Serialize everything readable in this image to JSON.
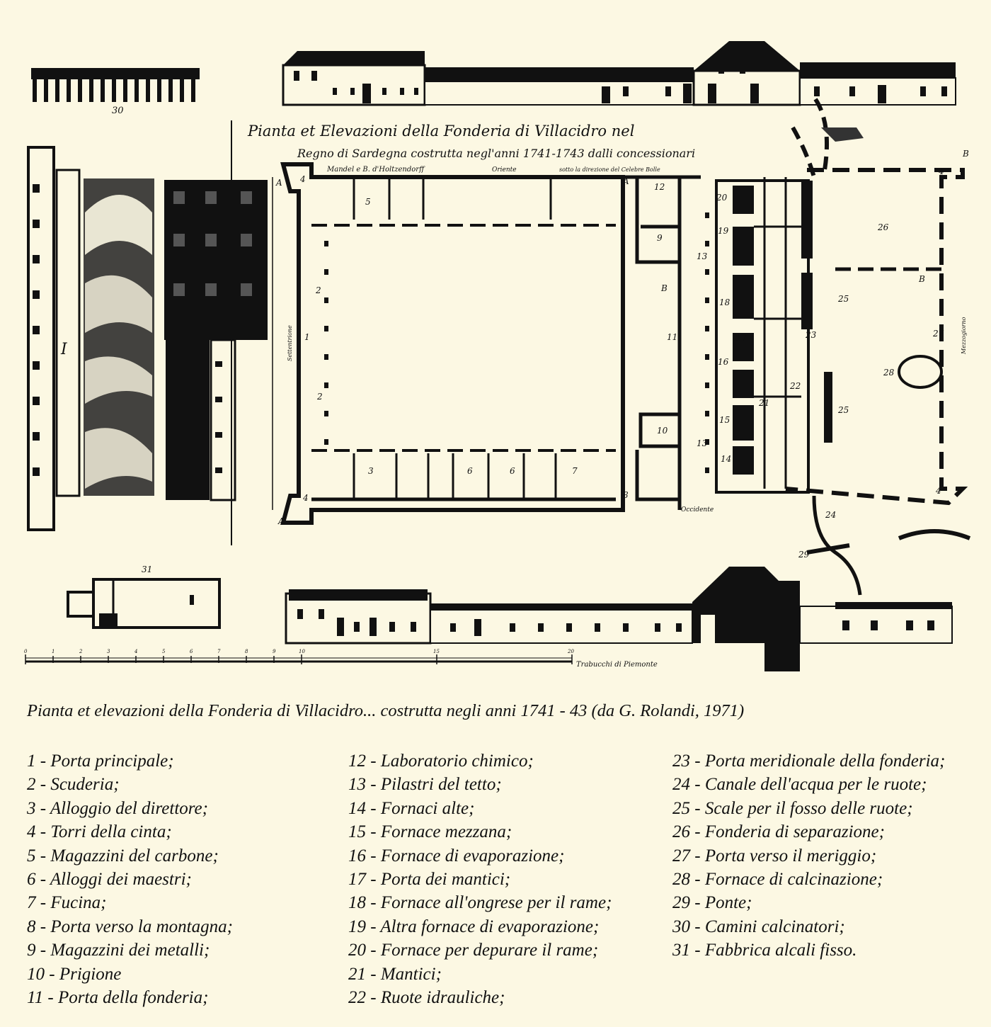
{
  "plate": {
    "title_line1": "Pianta et Elevazioni della Fonderia di Villacidro nel",
    "title_line2": "Regno di Sardegna costrutta negl'anni 1741-1743 dalli concessionari",
    "title_line3a": "Mandel e B. d'Holtzendorff",
    "title_line3b": "Oriente",
    "title_line3c": "sotto la direzione del Celebre Bolle",
    "orient_west": "Occidente",
    "orient_north": "Settentrione",
    "orient_south": "Mezzogiorno",
    "scale_label": "Trabucchi di Piemonte",
    "scale_ticks": [
      "0",
      "1",
      "2",
      "3",
      "4",
      "5",
      "6",
      "7",
      "8",
      "9",
      "10",
      "15",
      "20"
    ]
  },
  "caption": "Pianta et elevazioni della Fonderia di Villacidro... costrutta negli anni 1741 - 43 (da G. Rolandi, 1971)",
  "legend": {
    "col1": [
      "1 - Porta principale;",
      "2 - Scuderia;",
      "3 - Alloggio del direttore;",
      "4 - Torri della cinta;",
      "5 - Magazzini del carbone;",
      "6 - Alloggi dei maestri;",
      "7 - Fucina;",
      "8 - Porta verso la montagna;",
      "9 - Magazzini dei metalli;",
      "10 - Prigione",
      "11 - Porta della fonderia;"
    ],
    "col2": [
      "12 - Laboratorio chimico;",
      "13 - Pilastri del tetto;",
      "14 - Fornaci alte;",
      "15 - Fornace mezzana;",
      "16 - Fornace di evaporazione;",
      "17 - Porta dei mantici;",
      "18 - Fornace all'ongrese per il rame;",
      "19 - Altra fornace di evaporazione;",
      "20 - Fornace per depurare il rame;",
      "21 - Mantici;",
      "22 - Ruote idrauliche;"
    ],
    "col3": [
      "23 - Porta meridionale della fonderia;",
      "24 - Canale dell'acqua per le ruote;",
      "25 - Scale per il fosso delle ruote;",
      "26 - Fonderia di separazione;",
      "27 - Porta verso il meriggio;",
      "28 - Fornace di calcinazione;",
      "29 - Ponte;",
      "30 - Camini calcinatori;",
      "31 - Fabbrica alcali fisso."
    ]
  }
}
